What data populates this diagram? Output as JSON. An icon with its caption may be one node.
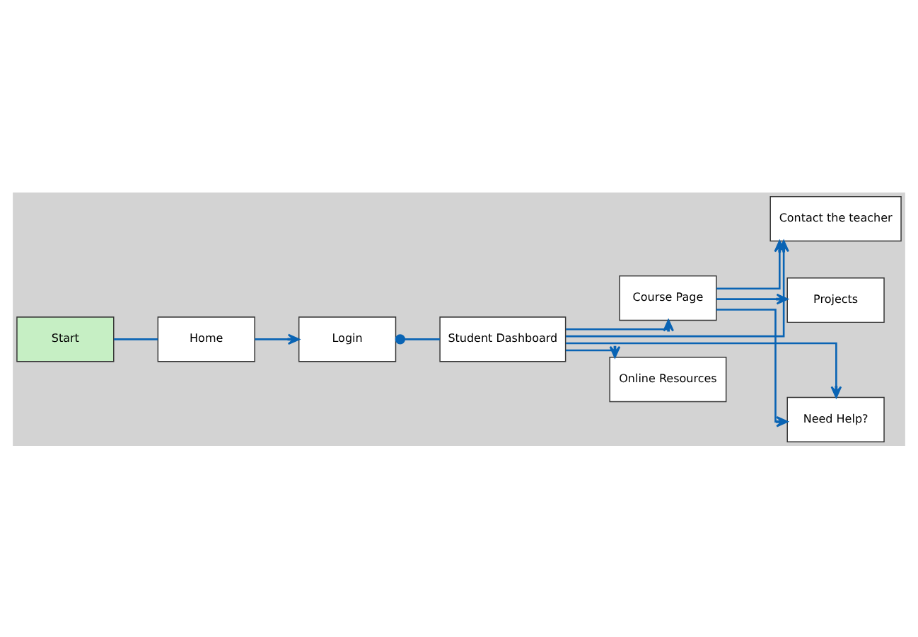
{
  "diagram": {
    "nodes": [
      {
        "text": [
          "Start"
        ]
      },
      {
        "text": [
          "Home"
        ]
      },
      {
        "text": [
          "Login"
        ]
      },
      {
        "text": [
          "Student Dashboard"
        ]
      },
      {
        "text": [
          "Course Page"
        ]
      },
      {
        "text": [
          "Contact the teacher"
        ]
      },
      {
        "text": [
          "Projects"
        ]
      },
      {
        "text": [
          "Online Resources"
        ]
      },
      {
        "text": [
          "Need Help?"
        ]
      }
    ],
    "edges": [
      {
        "from": 0,
        "to": 1,
        "arrow": "none"
      },
      {
        "from": 1,
        "to": 2,
        "arrow": "to"
      },
      {
        "from": 2,
        "to": 3,
        "arrow": "other"
      },
      {
        "from": 3,
        "to": 4,
        "arrow": "to"
      },
      {
        "from": 3,
        "to": 5,
        "arrow": "to"
      },
      {
        "from": 4,
        "to": 5,
        "arrow": "to"
      },
      {
        "from": 4,
        "to": 6,
        "arrow": "to"
      },
      {
        "from": 3,
        "to": 7,
        "arrow": "to"
      },
      {
        "from": 3,
        "to": 8,
        "arrow": "to"
      },
      {
        "from": 4,
        "to": 8,
        "arrow": "to"
      }
    ]
  }
}
